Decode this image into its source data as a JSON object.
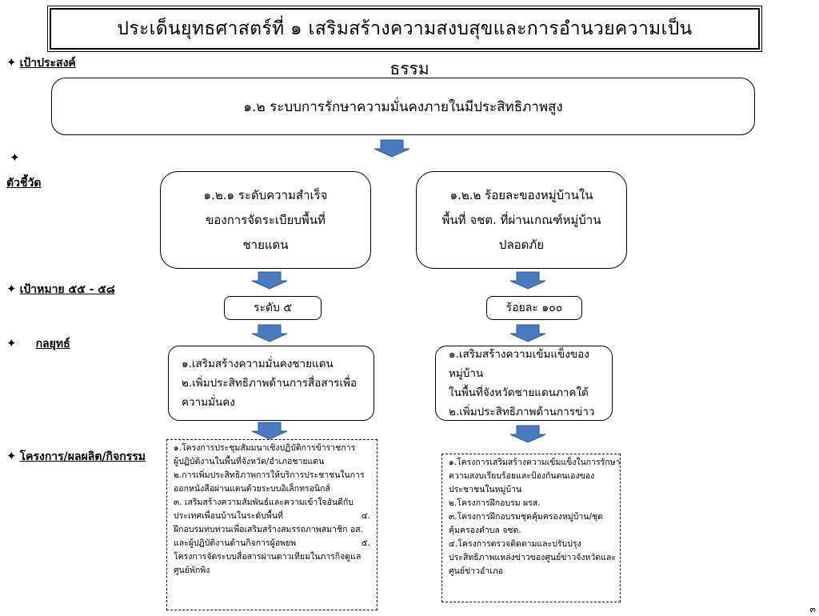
{
  "title": {
    "line1": "ประเด็นยุทธศาสตร์ที่ ๑  เสริมสร้างความสงบสุขและการอำนวยความเป็น",
    "line2": "ธรรม"
  },
  "labels": {
    "objective": "เป้าประสงค์",
    "indicator": "ตัวชี้วัด",
    "target": "เป้าหมาย ๕๕ - ๕๘",
    "strategy": "กลยุทธ์",
    "projects": "โครงการ/ผลผลิต/กิจกรรม",
    "star": "✦"
  },
  "goal": "๑.๒ ระบบการรักษาความมั่นคงภายในมีประสิทธิภาพสูง",
  "indicators": {
    "left": [
      "๑.๒.๑ ระดับความสำเร็จ",
      "ของการจัดระเบียบพื้นที่",
      "ชายแดน"
    ],
    "right": [
      "๑.๒.๒ ร้อยละของหมู่บ้านใน",
      "พื้นที่ จชต. ที่ผ่านเกณฑ์หมู่บ้าน",
      "ปลอดภัย"
    ]
  },
  "targets": {
    "left": "ระดับ ๕",
    "right": "ร้อยละ ๑๐๐"
  },
  "strategies": {
    "left": [
      "๑.เสริมสร้างความมั่นคงชายแดน",
      "๒.เพิ่มประสิทธิภาพด้านการสื่อสารเพื่อ",
      "ความมั่นคง"
    ],
    "right": [
      "๑.เสริมสร้างความเข้มแข็งของหมู่บ้าน",
      "ในพื้นที่จังหวัดชายแดนภาคใต้",
      "๒.เพิ่มประสิทธิภาพด้านการข่าว"
    ]
  },
  "projects": {
    "left": [
      {
        "text": "๑.โครงการประชุมสัมมนาเชิงปฏิบัติการข้าราชการ",
        "num": ""
      },
      {
        "text": "ผู้ปฏิบัติงานในพื้นที่จังหวัด/อำเภอชายแดน",
        "num": ""
      },
      {
        "text": "๒.การเพิ่มประสิทธิภาพการให้บริการประชาชนในการ",
        "num": ""
      },
      {
        "text": "ออกหนังสือผ่านแดนด้วยระบบอิเล็กทรอนิกส์",
        "num": ""
      },
      {
        "text": "๓. เสริมสร้างความสัมพันธ์และความเข้าใจอันดีกับ",
        "num": ""
      },
      {
        "text": "ประเทศเพื่อนบ้านในระดับพื้นที่",
        "num": "๔."
      },
      {
        "text": "ฝึกอบรมทบทวนเพื่อเสริมสร้างสมรรถภาพสมาชิก อส.",
        "num": ""
      },
      {
        "text": "และผู้ปฏิบัติงานด้านกิจการผู้อพยพ",
        "num": "๕."
      },
      {
        "text": "โครงการจัดระบบสื่อสารผ่านดาวเทียมในภารกิจดูแล",
        "num": ""
      },
      {
        "text": "ศูนย์พักพิง",
        "num": ""
      }
    ],
    "right": [
      "๑.โครงการเสริมสร้างความเข้มแข็งในการรักษา",
      "ความสงบเรียบร้อยและป้องกันตนเองของ",
      "ประชาชนในหมู่บ้าน",
      "๒.โครงการฝึกอบรม ผรส.",
      "๓.โครงการฝึกอบรมชุดคุ้มครองหมู่บ้าน/ชุด",
      "คุ้มครองตำบล จชต.",
      "๔.โครงการตรวจติดตามและปรับปรุง",
      "ประสิทธิภาพแหล่งข่าวของศูนย์ข่าวจังหวัดและ",
      "ศูนย์ข่าวอำเภอ"
    ]
  },
  "page_number": "๓",
  "colors": {
    "arrow_fill": "#4a7bbf",
    "arrow_stroke": "#2f5a93"
  }
}
